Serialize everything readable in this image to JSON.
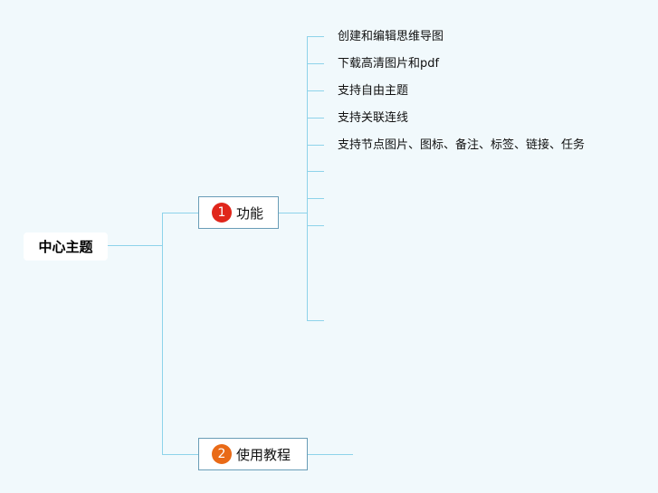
{
  "colors": {
    "background": "#f1f9fc",
    "connector": "#8ed3ea",
    "node_border": "#6a9db7",
    "badge_1": "#e0261b",
    "badge_2": "#e96a17"
  },
  "root": {
    "label": "中心主题"
  },
  "branches": [
    {
      "number": "1",
      "label": "功能",
      "children": [
        "创建和编辑思维导图",
        "下载高清图片和pdf",
        "支持自由主题",
        "支持关联连线",
        "支持节点图片、图标、备注、标签、链接、任务",
        "",
        "",
        "",
        ""
      ]
    },
    {
      "number": "2",
      "label": "使用教程",
      "children": []
    }
  ]
}
